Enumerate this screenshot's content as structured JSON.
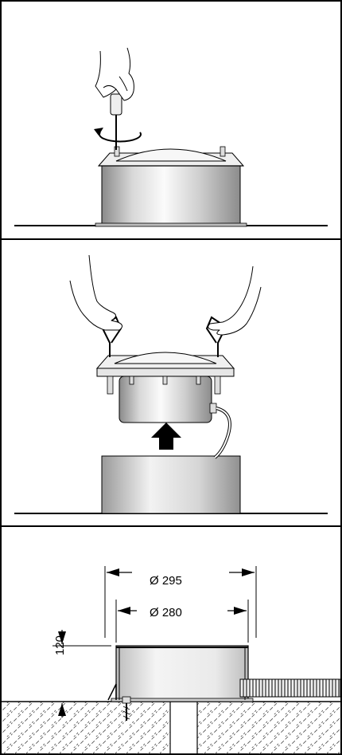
{
  "dimensions": {
    "outer_diameter": "Ø 295",
    "inner_diameter": "Ø 280",
    "height": "120"
  },
  "colors": {
    "line": "#000000",
    "metal_dark": "#8c8c8c",
    "metal_light": "#fafafa",
    "hatch": "#555555"
  },
  "icons": [
    "hand-icon",
    "screwdriver-icon",
    "rotation-arrow-icon",
    "up-arrow-icon",
    "screw-icon"
  ]
}
